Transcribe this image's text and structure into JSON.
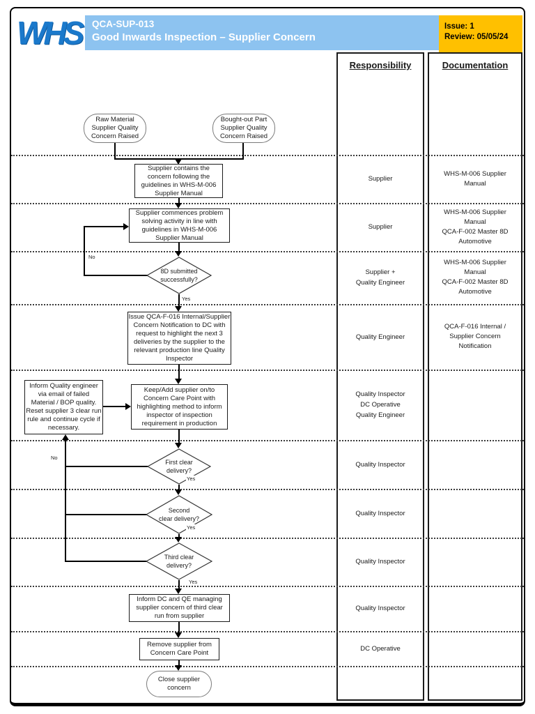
{
  "header": {
    "logo_text": "WHS",
    "doc_code": "QCA-SUP-013",
    "title": "Good Inwards Inspection – Supplier Concern",
    "issue": "Issue: 1",
    "review": "Review: 05/05/24"
  },
  "columns": {
    "responsibility_header": "Responsibility",
    "documentation_header": "Documentation"
  },
  "labels": {
    "yes": "Yes",
    "no": "No"
  },
  "flow": {
    "start_raw_material": "Raw Material\nSupplier Quality\nConcern Raised",
    "start_bought_out": "Bought-out Part\nSupplier Quality\nConcern Raised",
    "contain_concern": "Supplier contains the\nconcern following the\nguidelines in WHS-M-006\nSupplier Manual",
    "commence_problem_solving": "Supplier commences problem\nsolving activity in line with\nguidelines in WHS-M-006\nSupplier Manual",
    "decision_8d": "8D submitted\nsuccessfully?",
    "issue_notification": "Issue QCA-F-016 Internal/Supplier\nConcern Notification to DC with\nrequest to highlight the next 3\ndeliveries by the supplier to the\nrelevant production line Quality\nInspector",
    "inform_quality_engineer": "Inform Quality engineer\nvia email of failed\nMaterial / BOP quality.\nReset supplier 3 clear run\nrule and continue cycle if\nnecessary.",
    "concern_care_point": "Keep/Add supplier on/to\nConcern Care Point with\nhighlighting method to inform\ninspector of inspection\nrequirement in production",
    "decision_first_clear": "First clear\ndelivery?",
    "decision_second_clear": "Second\nclear delivery?",
    "decision_third_clear": "Third clear\ndelivery?",
    "inform_dc_qe": "Inform DC and QE managing\nsupplier concern of third clear\nrun from supplier",
    "remove_supplier": "Remove supplier from\nConcern Care Point",
    "close_concern": "Close supplier\nconcern"
  },
  "rows": [
    {
      "responsibility": "Supplier",
      "documentation": "WHS-M-006 Supplier\nManual"
    },
    {
      "responsibility": "Supplier",
      "documentation": "WHS-M-006 Supplier\nManual\nQCA-F-002 Master 8D\nAutomotive"
    },
    {
      "responsibility": "Supplier +\nQuality Engineer",
      "documentation": "WHS-M-006 Supplier\nManual\nQCA-F-002 Master 8D\nAutomotive"
    },
    {
      "responsibility": "Quality Engineer",
      "documentation": "QCA-F-016 Internal /\nSupplier Concern\nNotification"
    },
    {
      "responsibility": "Quality Inspector\nDC Operative\nQuality Engineer",
      "documentation": ""
    },
    {
      "responsibility": "Quality Inspector",
      "documentation": ""
    },
    {
      "responsibility": "Quality Inspector",
      "documentation": ""
    },
    {
      "responsibility": "Quality Inspector",
      "documentation": ""
    },
    {
      "responsibility": "Quality Inspector",
      "documentation": ""
    },
    {
      "responsibility": "DC Operative",
      "documentation": ""
    },
    {
      "responsibility": "",
      "documentation": ""
    }
  ],
  "colors": {
    "banner": "#8DC3F0",
    "badge": "#FFC000",
    "logo_blue": "#1B79CB"
  }
}
